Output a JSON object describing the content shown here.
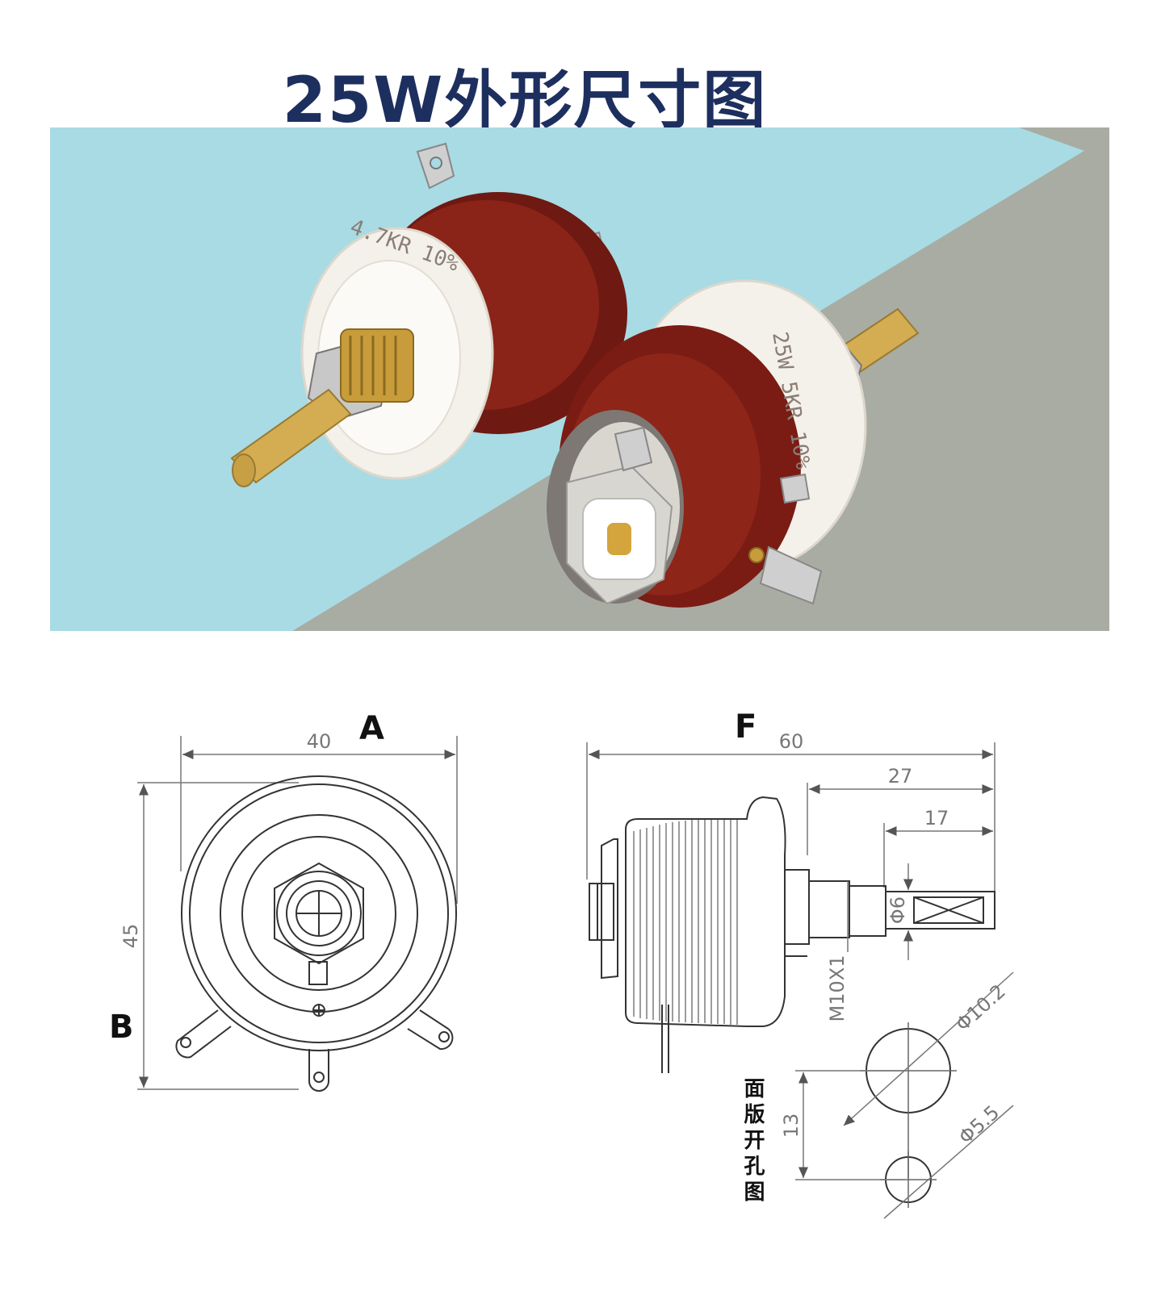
{
  "title": "25W外形尺寸图",
  "photo": {
    "left_label": "4.7KR 10%",
    "right_label": "25W 5KR 10%"
  },
  "views": {
    "front": {
      "label": "A",
      "side_label": "B",
      "dims": {
        "width": "40",
        "height": "45"
      }
    },
    "side": {
      "label": "F",
      "dims": {
        "overall": "60",
        "shaft_total": "27",
        "shaft_flat": "17",
        "shaft_dia": "Φ6",
        "thread": "M10X1"
      }
    },
    "cutout": {
      "label": "面版开孔图",
      "dims": {
        "hole_large": "Φ10.2",
        "hole_small": "Φ5.5",
        "spacing": "13"
      }
    }
  },
  "colors": {
    "title": "#1d2f5e",
    "photo_bg_blue": "#a8dbe4",
    "photo_bg_grey": "#a9aca3",
    "body_red": "#7a1c14",
    "ceramic": "#f4f1ea",
    "brass": "#c9a24a"
  }
}
